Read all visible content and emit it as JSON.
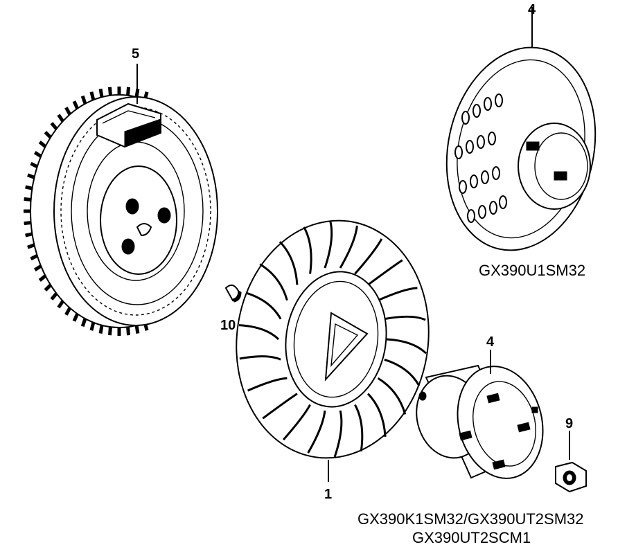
{
  "diagram": {
    "callouts": {
      "flywheel": "5",
      "cup_pulley_top": "4",
      "key": "10",
      "fan": "1",
      "cup_pulley_bottom": "4",
      "nut": "9"
    },
    "models": {
      "top_right": "GX390U1SM32",
      "bottom_line1": "GX390K1SM32/GX390UT2SM32",
      "bottom_line2": "GX390UT2SCM1"
    }
  }
}
